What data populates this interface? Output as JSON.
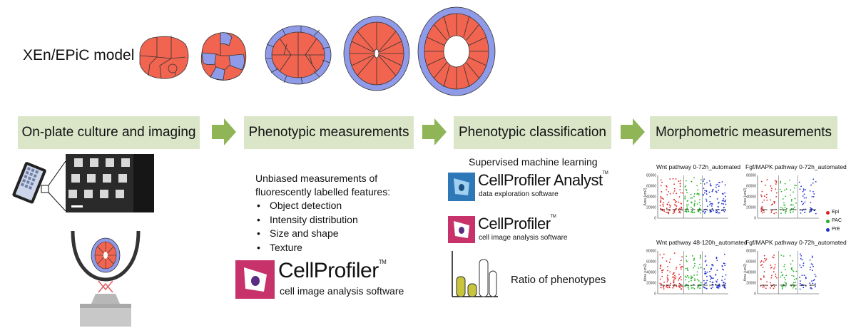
{
  "model": {
    "title": "XEn/EPiC model"
  },
  "stages": [
    {
      "label": "On-plate culture and imaging"
    },
    {
      "label": "Phenotypic measurements"
    },
    {
      "label": "Phenotypic classification"
    },
    {
      "label": "Morphometric measurements"
    }
  ],
  "measurements": {
    "intro_line1": "Unbiased measurements of",
    "intro_line2": "fluorescently labelled features:",
    "items": [
      "Object detection",
      "Intensity distribution",
      "Size and shape",
      "Texture"
    ]
  },
  "classification": {
    "method": "Supervised machine learning",
    "ratio_label": "Ratio of phenotypes"
  },
  "logos": {
    "cp_name": "CellProfiler",
    "cp_tm": "TM",
    "cp_tagline": "cell image analysis software",
    "cpa_name": "CellProfiler Analyst",
    "cpa_tm": "TM",
    "cpa_tagline": "data exploration software"
  },
  "plots": {
    "titles": [
      "Wnt pathway 0-72h_automated",
      "Fgf/MAPK pathway 0-72h_automated",
      "Wnt pathway 48-120h_automated",
      "Fgf/MAPK pathway 0-72h_automated"
    ],
    "ylabel": "Area (um2)",
    "yticks": [
      "80000",
      "60000",
      "40000",
      "20000",
      "0"
    ],
    "legend": [
      {
        "name": "Epi",
        "color": "#e02020"
      },
      {
        "name": "PAC",
        "color": "#20b020"
      },
      {
        "name": "PrE",
        "color": "#2030d0"
      }
    ]
  },
  "colors": {
    "stage_bg": "#dbe6c9",
    "arrow": "#8fb557",
    "epi": "#f06450",
    "pre": "#8f9be8"
  }
}
